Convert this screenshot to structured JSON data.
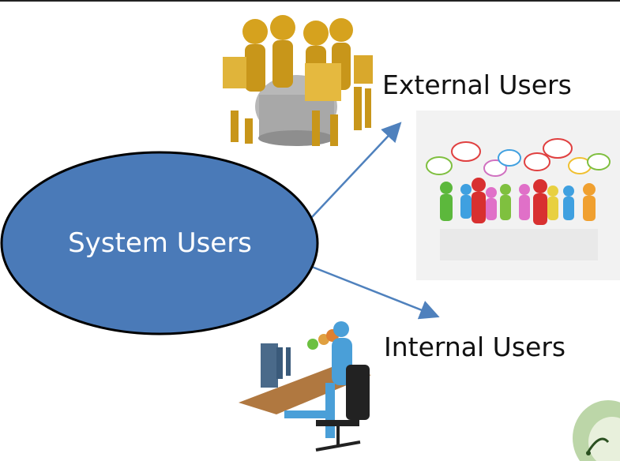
{
  "diagram": {
    "center_node": {
      "label": "System Users",
      "fill": "#4a7ab8",
      "stroke": "#000000"
    },
    "branches": [
      {
        "label": "External Users"
      },
      {
        "label": "Internal Users"
      }
    ],
    "arrow_color": "#4f81bd"
  },
  "illustrations": [
    {
      "name": "figures-at-laptops-gold-icon",
      "description_color": "#d4a017"
    },
    {
      "name": "colorful-people-speech-bubbles-icon"
    },
    {
      "name": "people-at-computer-desks-icon"
    },
    {
      "name": "plant-logo-corner-icon"
    }
  ]
}
